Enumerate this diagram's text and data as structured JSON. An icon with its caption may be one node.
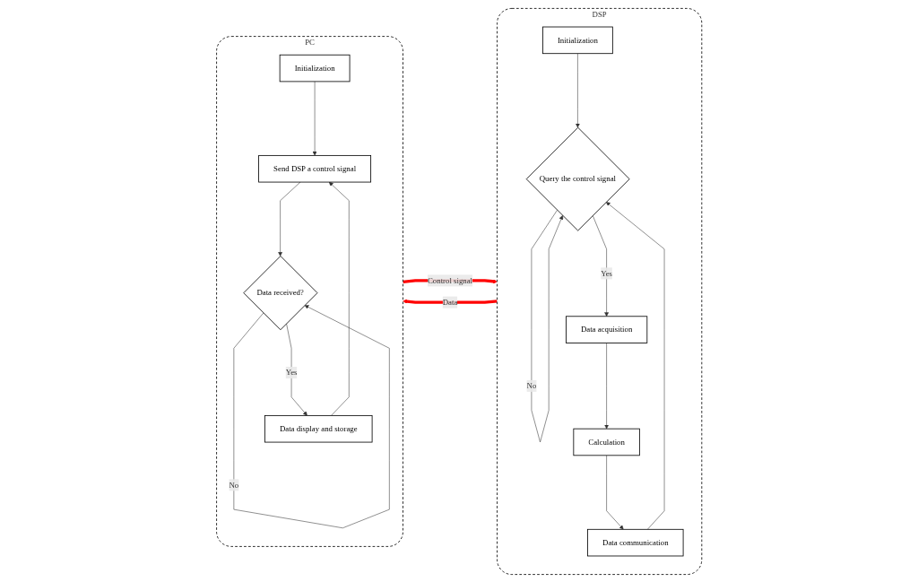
{
  "diagram": {
    "nodes": [
      {
        "text": [
          "DSP"
        ]
      },
      {
        "text": [
          "Initialization"
        ],
        "in": 0
      },
      {
        "text": [
          "Query the control signal"
        ],
        "in": 0
      },
      {
        "text": [
          "Data acquisition"
        ],
        "in": 0
      },
      {
        "text": [
          "Calculation"
        ],
        "in": 0
      },
      {
        "text": [
          "Data communication"
        ],
        "in": 0
      },
      {
        "text": [
          "PC"
        ]
      },
      {
        "text": [
          "Initialization"
        ],
        "in": 6
      },
      {
        "text": [
          "Send DSP a control signal"
        ],
        "in": 6
      },
      {
        "text": [
          "Data received?"
        ],
        "in": 6
      },
      {
        "text": [
          "Data display and storage"
        ],
        "in": 6
      }
    ],
    "edges": [
      {
        "from": 1,
        "to": 2,
        "arrow": "to"
      },
      {
        "from": 2,
        "to": 2,
        "arrow": "to",
        "label": "No"
      },
      {
        "from": 2,
        "to": 3,
        "arrow": "to",
        "label": "Yes"
      },
      {
        "from": 3,
        "to": 4,
        "arrow": "to"
      },
      {
        "from": 4,
        "to": 5,
        "arrow": "to"
      },
      {
        "from": 5,
        "to": 2,
        "arrow": "to"
      },
      {
        "from": 6,
        "to": 0,
        "arrow": "to",
        "label": "Control signal",
        "style": "thick",
        "color": "#ff0000"
      },
      {
        "from": 0,
        "to": 6,
        "arrow": "to",
        "label": "Data",
        "style": "thick",
        "color": "#ff0000"
      },
      {
        "from": 7,
        "to": 8,
        "arrow": "to"
      },
      {
        "from": 8,
        "to": 9,
        "arrow": "to"
      },
      {
        "from": 9,
        "to": 9,
        "arrow": "to",
        "label": "No"
      },
      {
        "from": 9,
        "to": 10,
        "arrow": "to",
        "label": "Yes"
      },
      {
        "from": 10,
        "to": 8,
        "arrow": "to"
      }
    ]
  }
}
